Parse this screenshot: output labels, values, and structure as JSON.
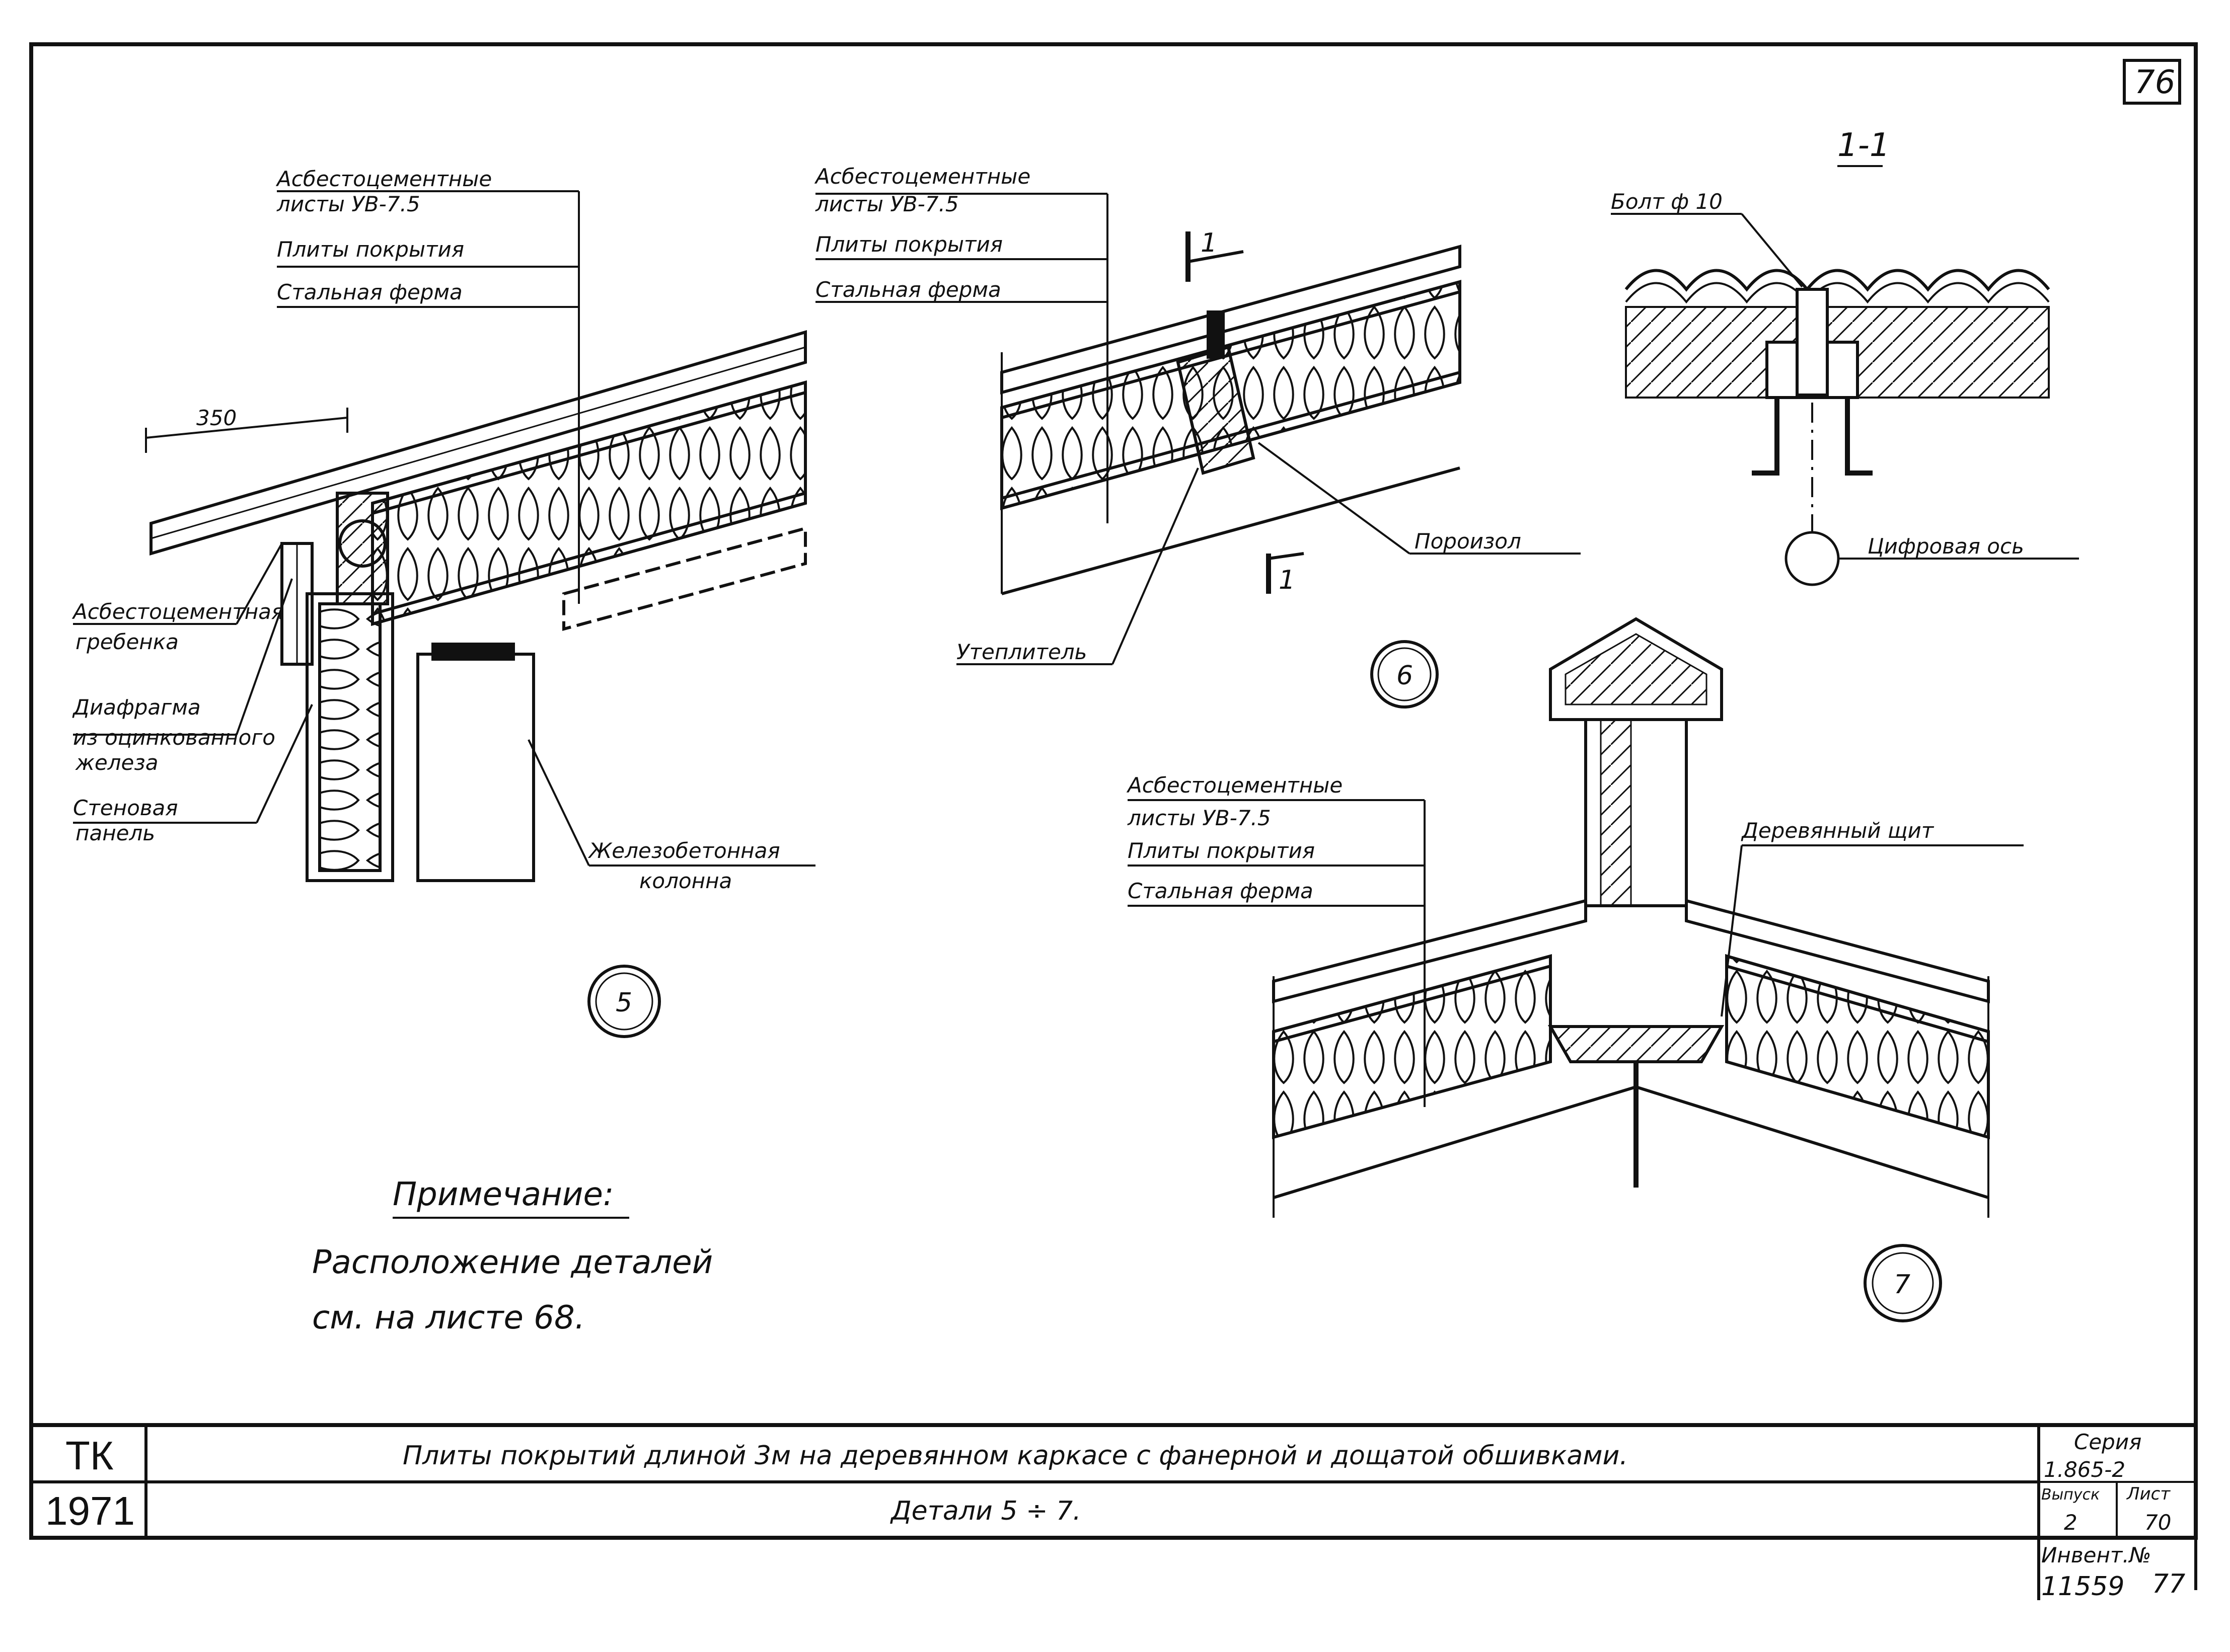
{
  "sheet": {
    "page_number": "76"
  },
  "detail5": {
    "labels": [
      "Асбестоцементные",
      "листы УВ-7.5",
      "Плиты покрытия",
      "Стальная ферма"
    ],
    "dimension": "350",
    "left_labels": [
      "Асбестоцементная",
      "гребенка",
      "Диафрагма",
      "из оцинкованного",
      "железа",
      "Стеновая",
      "панель"
    ],
    "column_label": [
      "Железобетонная",
      "колонна"
    ],
    "number": "5"
  },
  "detail6": {
    "labels": [
      "Асбестоцементные",
      "листы УВ-7.5",
      "Плиты покрытия",
      "Стальная ферма"
    ],
    "section_top": "1",
    "section_bottom": "1",
    "porizol": "Пороизол",
    "insulation": "Утеплитель",
    "number": "6"
  },
  "section11": {
    "title": "1-1",
    "bolt": "Болт ф 10",
    "axis": "Цифровая ось"
  },
  "detail7": {
    "labels": [
      "Асбестоцементные",
      "листы УВ-7.5",
      "Плиты покрытия",
      "Стальная ферма"
    ],
    "shield": "Деревянный щит",
    "number": "7"
  },
  "note": {
    "heading": "Примечание:",
    "line1": "Расположение деталей",
    "line2": "см. на листе 68."
  },
  "title_block": {
    "stamp_tk": "ТК",
    "stamp_year": "1971",
    "title": "Плиты покрытий длиной 3м на деревянном каркасе с фанерной и дощатой обшивками.",
    "subtitle": "Детали 5 ÷ 7.",
    "series_label": "Серия",
    "series_value": "1.865-2",
    "issue_label": "Выпуск",
    "issue_value": "2",
    "sheet_label": "Лист",
    "sheet_value": "70",
    "inv_label": "Инвент.№",
    "inv_value": "11559",
    "inv_extra": "77"
  }
}
